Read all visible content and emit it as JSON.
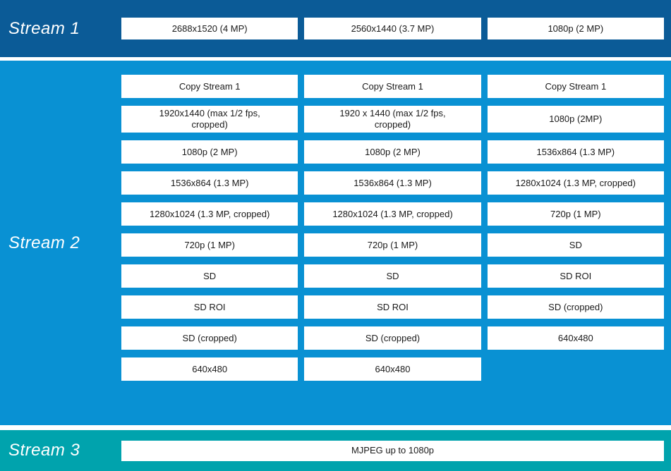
{
  "colors": {
    "stream1_band": "#0b5b97",
    "stream2_band": "#0991d3",
    "stream3_band": "#00a3ad",
    "option_box_bg": "#ffffff",
    "option_text": "#1a1a1a",
    "label_text": "#ffffff"
  },
  "stream1": {
    "label": "Stream 1",
    "options": [
      "2688x1520 (4 MP)",
      "2560x1440 (3.7 MP)",
      "1080p (2 MP)"
    ]
  },
  "stream2": {
    "label": "Stream 2",
    "rows": [
      {
        "c1": "Copy Stream 1",
        "c2": "Copy Stream 1",
        "c3": "Copy Stream 1"
      },
      {
        "c1": "1920x1440 (max 1/2 fps, cropped)",
        "c2": "1920 x 1440 (max 1/2 fps, cropped)",
        "c3": "1080p (2MP)"
      },
      {
        "c1": "1080p (2 MP)",
        "c2": "1080p (2 MP)",
        "c3": "1536x864 (1.3 MP)"
      },
      {
        "c1": "1536x864 (1.3 MP)",
        "c2": "1536x864 (1.3 MP)",
        "c3": "1280x1024 (1.3 MP, cropped)"
      },
      {
        "c1": "1280x1024 (1.3 MP, cropped)",
        "c2": "1280x1024 (1.3 MP, cropped)",
        "c3": "720p (1 MP)"
      },
      {
        "c1": "720p (1 MP)",
        "c2": "720p (1 MP)",
        "c3": "SD"
      },
      {
        "c1": "SD",
        "c2": "SD",
        "c3": "SD ROI"
      },
      {
        "c1": "SD ROI",
        "c2": "SD ROI",
        "c3": "SD (cropped)"
      },
      {
        "c1": "SD (cropped)",
        "c2": "SD (cropped)",
        "c3": "640x480"
      },
      {
        "c1": "640x480",
        "c2": "640x480"
      }
    ]
  },
  "stream3": {
    "label": "Stream 3",
    "options": [
      "MJPEG up to 1080p"
    ]
  }
}
